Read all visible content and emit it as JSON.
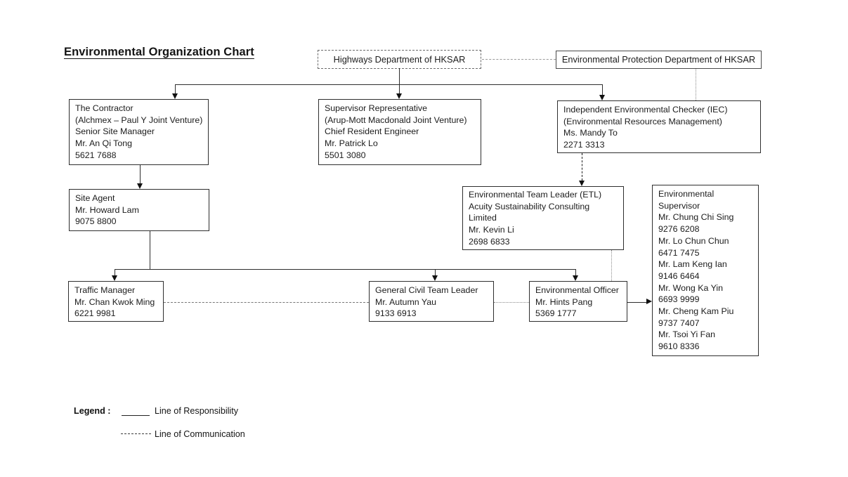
{
  "title": "Environmental Organization Chart",
  "boxes": {
    "highways": {
      "lines": [
        "Highways Department of HKSAR"
      ]
    },
    "epd": {
      "lines": [
        "Environmental Protection Department of HKSAR"
      ]
    },
    "contractor": {
      "lines": [
        "The Contractor",
        "(Alchmex – Paul Y Joint Venture)",
        "Senior Site Manager",
        "Mr. An Qi Tong",
        "5621 7688"
      ]
    },
    "supervisor_representative": {
      "lines": [
        "Supervisor Representative",
        "(Arup-Mott Macdonald Joint Venture)",
        "Chief Resident Engineer",
        "Mr. Patrick Lo",
        "5501 3080"
      ]
    },
    "iec": {
      "lines": [
        "Independent Environmental Checker (IEC)",
        "(Environmental Resources Management)",
        "Ms. Mandy To",
        "2271 3313"
      ]
    },
    "site_agent": {
      "lines": [
        "Site Agent",
        "Mr. Howard Lam",
        "9075 8800"
      ]
    },
    "etl": {
      "lines": [
        "Environmental Team Leader (ETL)",
        "Acuity Sustainability Consulting",
        "Limited",
        "Mr. Kevin Li",
        "2698 6833"
      ]
    },
    "environmental_supervisor": {
      "lines": [
        "Environmental",
        "Supervisor",
        "Mr. Chung Chi Sing",
        "9276 6208",
        "Mr. Lo Chun Chun",
        "6471 7475",
        "Mr. Lam Keng Ian",
        "9146 6464",
        "Mr. Wong Ka Yin",
        "6693 9999",
        "Mr. Cheng Kam Piu",
        "9737 7407",
        "Mr. Tsoi Yi Fan",
        "9610 8336"
      ]
    },
    "traffic_manager": {
      "lines": [
        "Traffic Manager",
        "Mr. Chan Kwok Ming",
        "6221 9981"
      ]
    },
    "general_civil_team_leader": {
      "lines": [
        "General Civil Team Leader",
        "Mr. Autumn Yau",
        "9133 6913"
      ]
    },
    "environmental_officer": {
      "lines": [
        "Environmental Officer",
        "Mr. Hints Pang",
        "5369 1777"
      ]
    }
  },
  "legend": {
    "label": "Legend :",
    "responsibility": "Line of Responsibility",
    "communication": "Line of Communication"
  },
  "colors": {
    "line_of_responsibility": "#1a1a1a",
    "line_of_communication": "#808080",
    "background": "#ffffff"
  }
}
